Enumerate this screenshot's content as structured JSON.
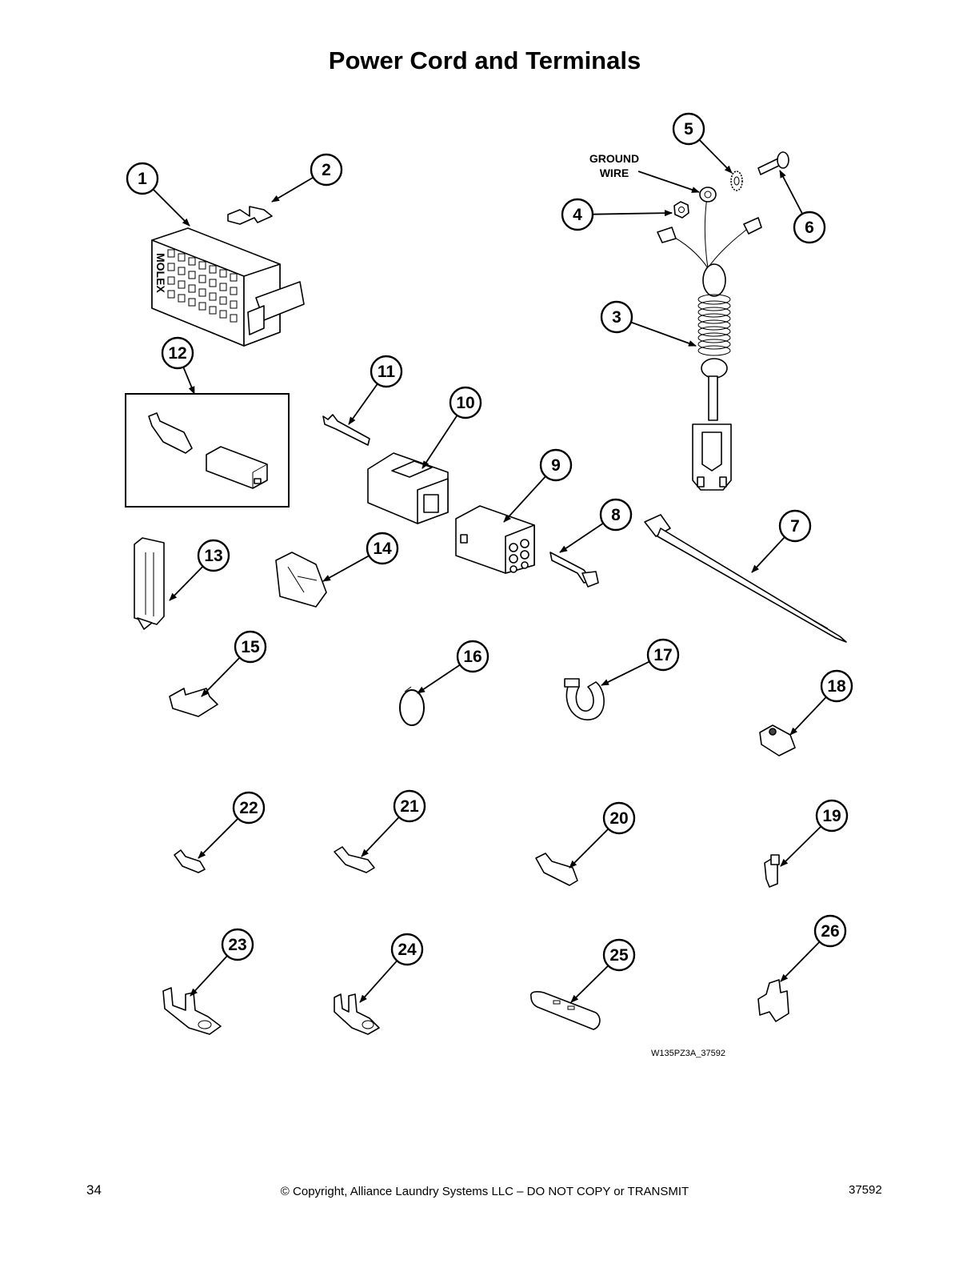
{
  "title": "Power Cord and Terminals",
  "ground_wire_label": [
    "GROUND",
    "WIRE"
  ],
  "connector_marking": "MOLEX",
  "callouts": [
    "1",
    "2",
    "3",
    "4",
    "5",
    "6",
    "7",
    "8",
    "9",
    "10",
    "11",
    "12",
    "13",
    "14",
    "15",
    "16",
    "17",
    "18",
    "19",
    "20",
    "21",
    "22",
    "23",
    "24",
    "25",
    "26"
  ],
  "drawing_code": "W135PZ3A_37592",
  "footer": {
    "page_number": "34",
    "copyright": "© Copyright, Alliance Laundry Systems LLC – DO NOT COPY or TRANSMIT",
    "doc_number": "37592"
  }
}
